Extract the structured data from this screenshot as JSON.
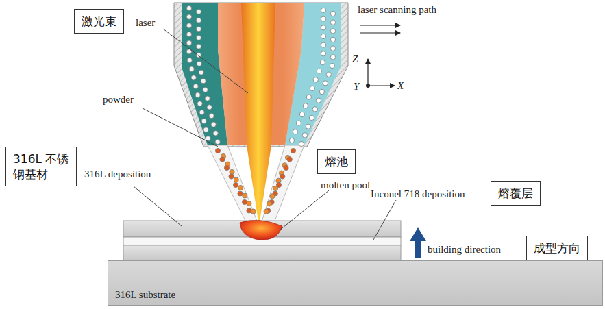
{
  "diagram": {
    "nodes": [
      {
        "text": [
          "激光束"
        ]
      },
      {
        "text": [
          "316L 不锈 钢基材"
        ]
      },
      {
        "text": [
          "熔池"
        ]
      },
      {
        "text": [
          "熔覆层"
        ]
      },
      {
        "text": [
          "成型方向"
        ]
      },
      {
        "text": [
          "316L substrate"
        ]
      }
    ],
    "labels": [
      "laser scanning path",
      "Z",
      "Y",
      "X",
      "laser",
      "powder",
      "316L deposition",
      "molten pool",
      "Inconel 718 deposition",
      "building direction"
    ]
  }
}
